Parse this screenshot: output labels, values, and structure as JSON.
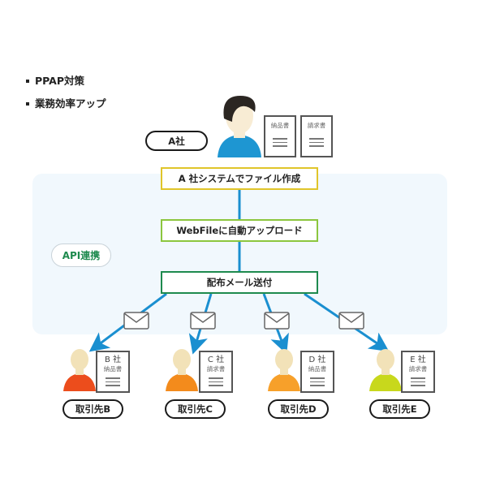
{
  "bullets": [
    "PPAP対策",
    "業務効率アップ"
  ],
  "sender": {
    "label": "A社",
    "documents": [
      "納品書",
      "請求書"
    ],
    "shirt_color": "#1e96d2",
    "hair_color": "#2b2622"
  },
  "panel_label": "API連携",
  "steps": [
    {
      "label": "A 社システムでファイル作成",
      "border_color": "#e0c52a"
    },
    {
      "label": "WebFileに自動アップロード",
      "border_color": "#8cc63e"
    },
    {
      "label": "配布メール送付",
      "border_color": "#1e8a4e"
    }
  ],
  "connector_color": "#1a8fd0",
  "recipients": [
    {
      "label": "取引先B",
      "company": "B 社",
      "document": "納品書",
      "shirt_color": "#ec4d1c"
    },
    {
      "label": "取引先C",
      "company": "C 社",
      "document": "請求書",
      "shirt_color": "#f38b1c"
    },
    {
      "label": "取引先D",
      "company": "D 社",
      "document": "納品書",
      "shirt_color": "#f7a02a"
    },
    {
      "label": "取引先E",
      "company": "E 社",
      "document": "請求書",
      "shirt_color": "#c8d81c"
    }
  ],
  "icons": {
    "mail": "envelope-icon",
    "person": "person-icon",
    "document": "document-icon"
  }
}
